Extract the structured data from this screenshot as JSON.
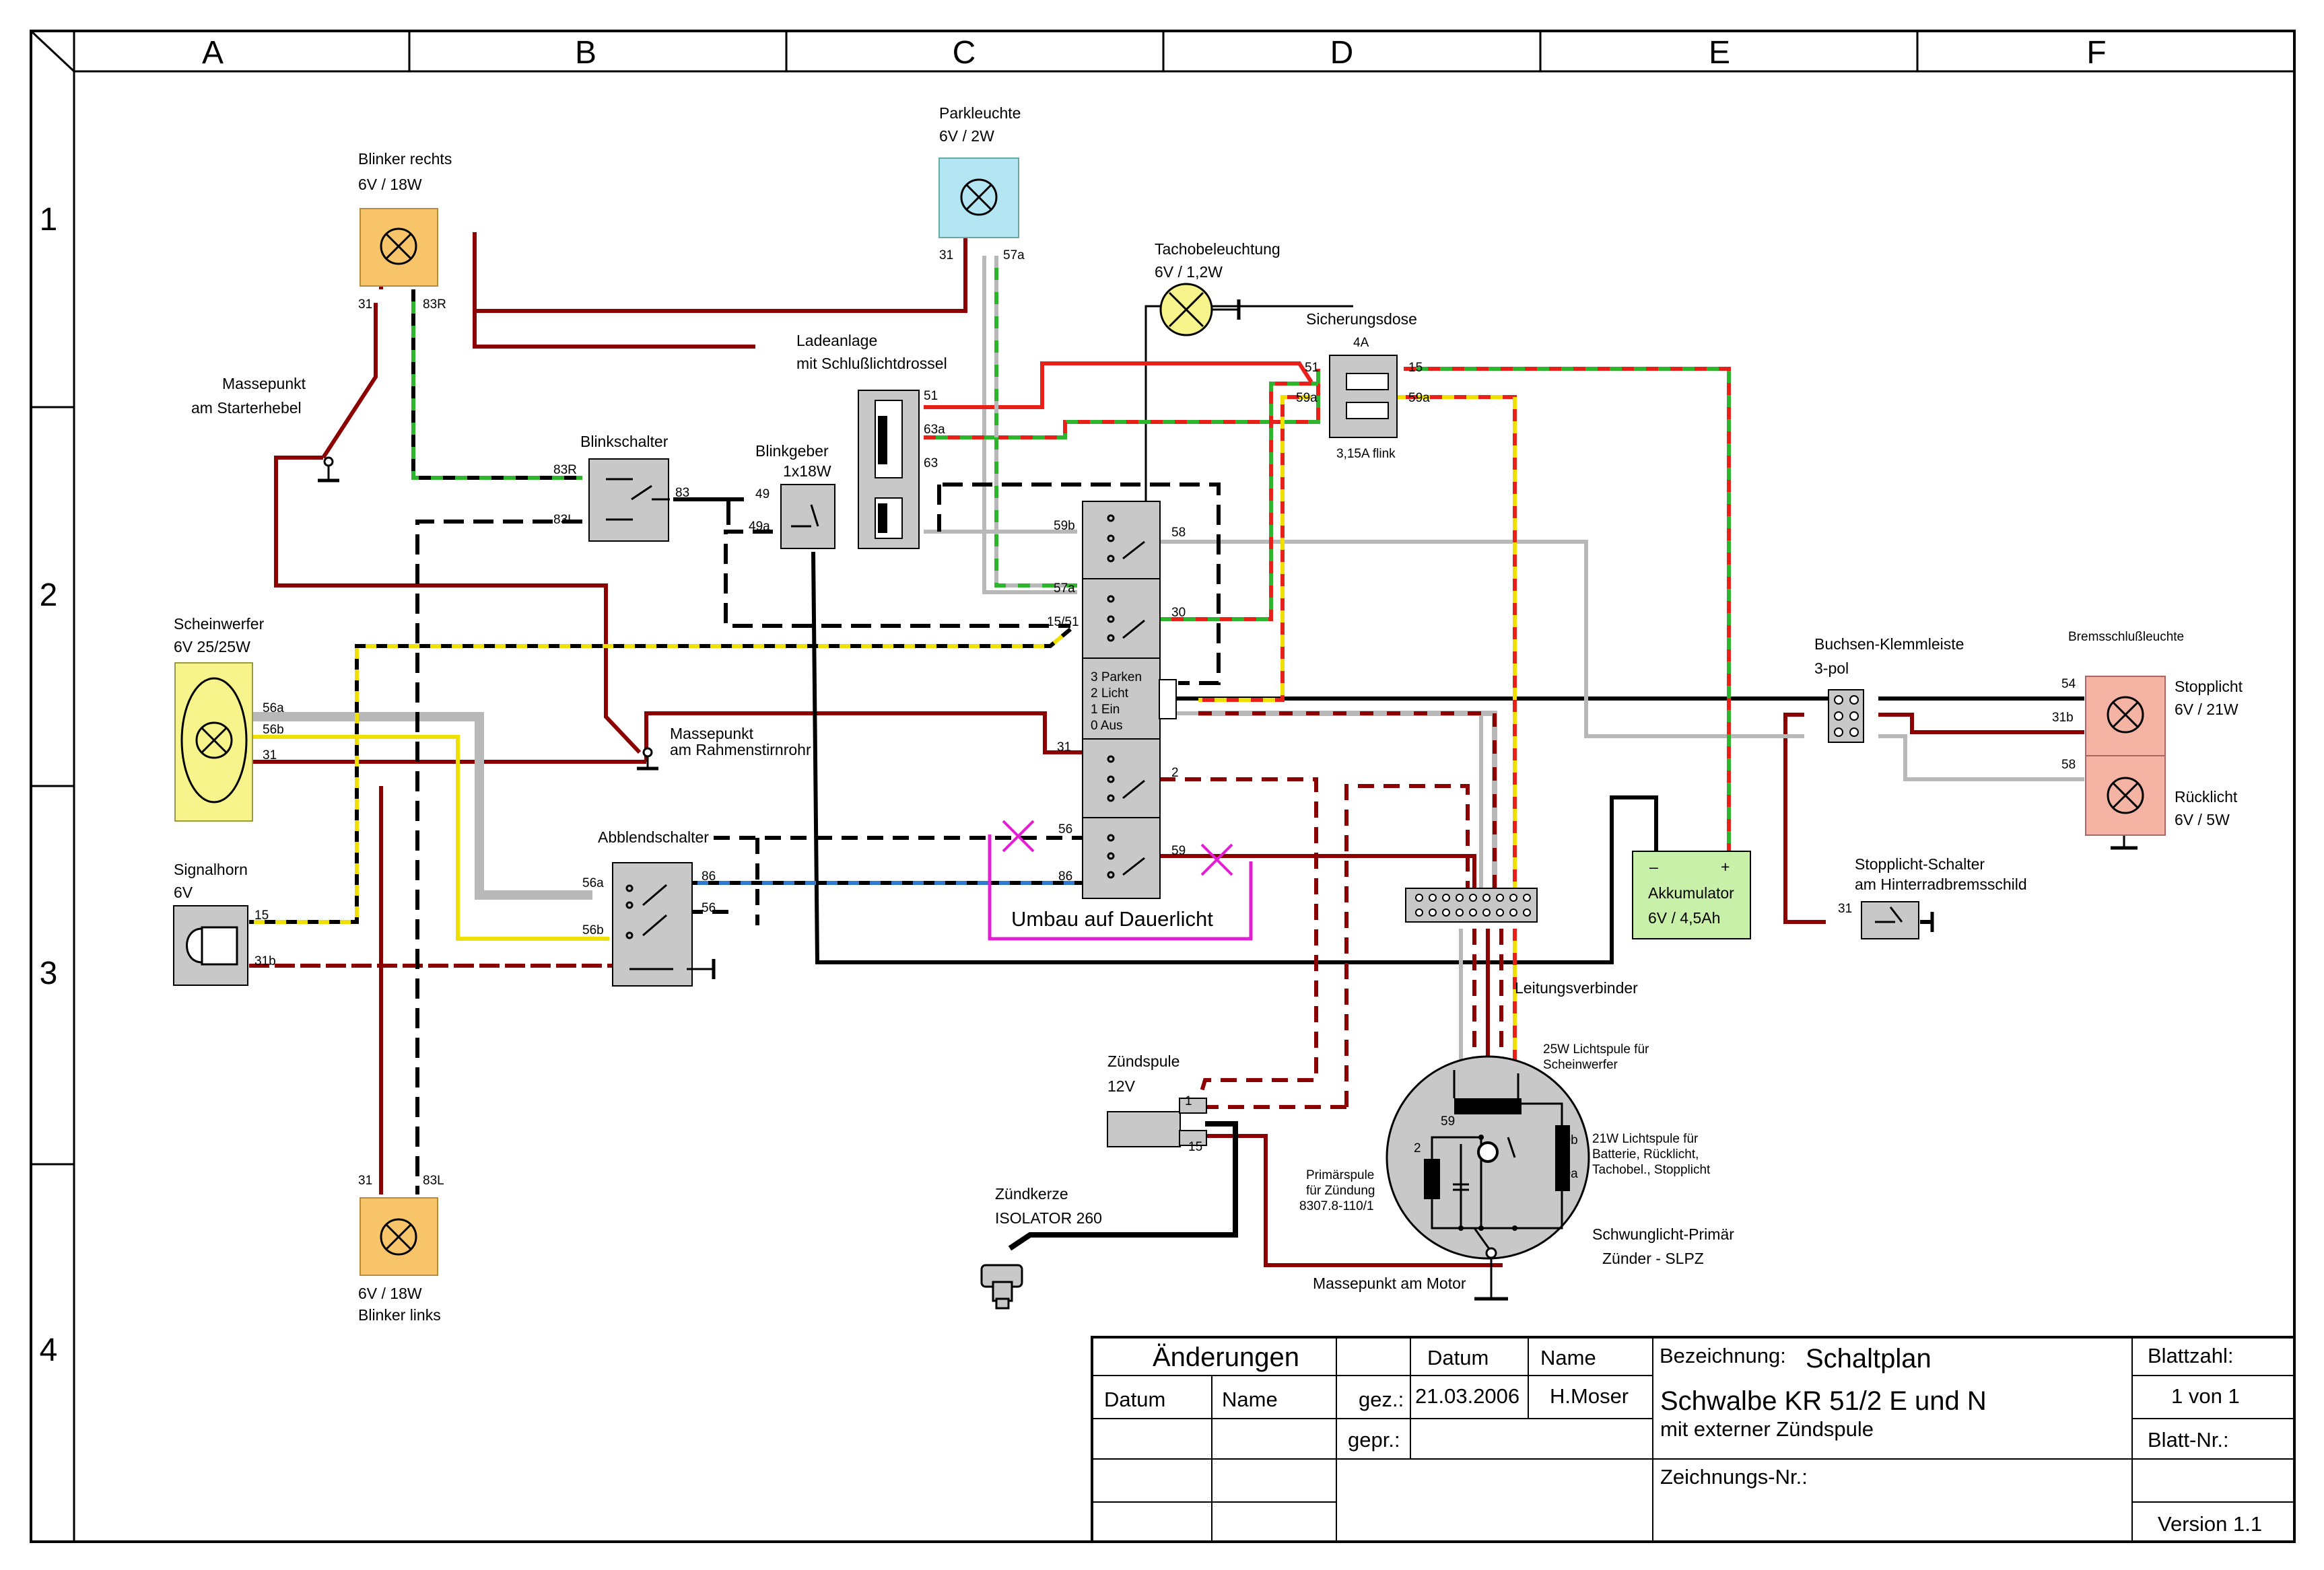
{
  "grid": {
    "columns": [
      "A",
      "B",
      "C",
      "D",
      "E",
      "F"
    ],
    "rows": [
      "1",
      "2",
      "3",
      "4"
    ]
  },
  "components": {
    "blinker_rechts": {
      "name": "Blinker rechts",
      "rating": "6V / 18W",
      "pin_31": "31",
      "pin_83r": "83R"
    },
    "blinker_links": {
      "name": "Blinker links",
      "rating": "6V / 18W",
      "pin_31": "31",
      "pin_83l": "83L"
    },
    "parkleuchte": {
      "name": "Parkleuchte",
      "rating": "6V / 2W",
      "pin_31": "31",
      "pin_57a": "57a"
    },
    "tachobeleuchtung": {
      "name": "Tachobeleuchtung",
      "rating": "6V / 1,2W"
    },
    "sicherungsdose": {
      "name": "Sicherungsdose",
      "rating": "4A",
      "fuse": "3,15A flink",
      "pin_51": "51",
      "pin_15": "15",
      "pin_59a_l": "59a",
      "pin_59a_r": "59a"
    },
    "ladeanlage": {
      "name": "Ladeanlage",
      "subtitle": "mit Schlußlichtdrossel",
      "pin_51": "51",
      "pin_63a": "63a",
      "pin_63": "63"
    },
    "massepunkt_starter": {
      "name": "Massepunkt",
      "subtitle": "am Starterhebel"
    },
    "blinkschalter": {
      "name": "Blinkschalter",
      "pin_83r": "83R",
      "pin_83l": "83L",
      "pin_83": "83"
    },
    "blinkgeber": {
      "name": "Blinkgeber",
      "rating": "1x18W",
      "pin_49": "49",
      "pin_49a": "49a"
    },
    "zuendschloss": {
      "pin_59b": "59b",
      "pin_58": "58",
      "pin_57a": "57a",
      "pin_15_51": "15/51",
      "pin_30": "30",
      "pos_3": "3 Parken",
      "pos_2": "2 Licht",
      "pos_1": "1 Ein",
      "pos_0": "0 Aus",
      "pin_31": "31",
      "pin_2": "2",
      "pin_56": "56",
      "pin_86": "86",
      "pin_59": "59"
    },
    "scheinwerfer": {
      "name": "Scheinwerfer",
      "rating": "6V 25/25W",
      "pin_56a": "56a",
      "pin_56b": "56b",
      "pin_31": "31"
    },
    "massepunkt_rahmen": {
      "name": "Massepunkt",
      "subtitle": "am Rahmenstirnrohr"
    },
    "signalhorn": {
      "name": "Signalhorn",
      "rating": "6V",
      "pin_15": "15",
      "pin_31b": "31b"
    },
    "abblendschalter": {
      "name": "Abblendschalter",
      "pin_56a": "56a",
      "pin_86": "86",
      "pin_56": "56",
      "pin_56b": "56b"
    },
    "umbau": {
      "label": "Umbau auf Dauerlicht"
    },
    "buchsen": {
      "name": "Buchsen-Klemmleiste",
      "subtitle": "3-pol"
    },
    "bremsschluss": {
      "name": "Bremsschlußleuchte",
      "pin_54": "54",
      "pin_31b": "31b",
      "pin_58": "58",
      "stopplicht": "Stopplicht",
      "stop_rating": "6V / 21W",
      "ruecklicht": "Rücklicht",
      "rueck_rating": "6V / 5W"
    },
    "akkumulator": {
      "name": "Akkumulator",
      "rating": "6V / 4,5Ah",
      "minus": "–",
      "plus": "+"
    },
    "stopplicht_schalter": {
      "name": "Stopplicht-Schalter",
      "subtitle": "am Hinterradbremsschild",
      "pin_31": "31"
    },
    "leitungsverbinder": {
      "name": "Leitungsverbinder"
    },
    "zuendspule": {
      "name": "Zündspule",
      "rating": "12V",
      "pin_1": "1",
      "pin_15": "15"
    },
    "zuendkerze": {
      "name": "Zündkerze",
      "type": "ISOLATOR 260"
    },
    "schwunglicht": {
      "lichtspule25_a": "25W Lichtspule für",
      "lichtspule25_b": "Scheinwerfer",
      "lichtspule21_a": "21W Lichtspule für",
      "lichtspule21_b": "Batterie, Rücklicht,",
      "lichtspule21_c": "Tachobel., Stopplicht",
      "primaer_a": "Primärspule",
      "primaer_b": "für Zündung",
      "primaer_c": "8307.8-110/1",
      "name_a": "Schwunglicht-Primär",
      "name_b": "Zünder - SLPZ",
      "pin_59": "59",
      "pin_2": "2",
      "pin_59b": "59b",
      "pin_59a": "59a"
    },
    "massepunkt_motor": {
      "name": "Massepunkt am Motor"
    }
  },
  "titleblock": {
    "aenderungen": "Änderungen",
    "datum_h": "Datum",
    "name_h": "Name",
    "datum_l": "Datum",
    "name_l": "Name",
    "gez": "gez.:",
    "gepr": "gepr.:",
    "gez_datum": "21.03.2006",
    "gez_name": "H.Moser",
    "bezeichnung": "Bezeichnung:",
    "schaltplan": "Schaltplan",
    "title": "Schwalbe KR 51/2 E und N",
    "subtitle": "mit externer Zündspule",
    "zeichnungs_nr": "Zeichnungs-Nr.:",
    "blattzahl": "Blattzahl:",
    "blattzahl_val": "1 von 1",
    "blatt_nr": "Blatt-Nr.:",
    "version": "Version 1.1"
  },
  "colors": {
    "darkred": "#8b0000",
    "red": "#e8201a",
    "green": "#2db52d",
    "yellow": "#f0e000",
    "grey": "#b8b8b8",
    "blue": "#2f7ad0",
    "magenta": "#e020d0",
    "lamp_orange": "#f9c56b",
    "lamp_blue": "#b3e5f2",
    "lamp_yellow": "#f6f48a",
    "lamp_pink": "#f5b3a3",
    "accu_green": "#c8f0a8"
  }
}
